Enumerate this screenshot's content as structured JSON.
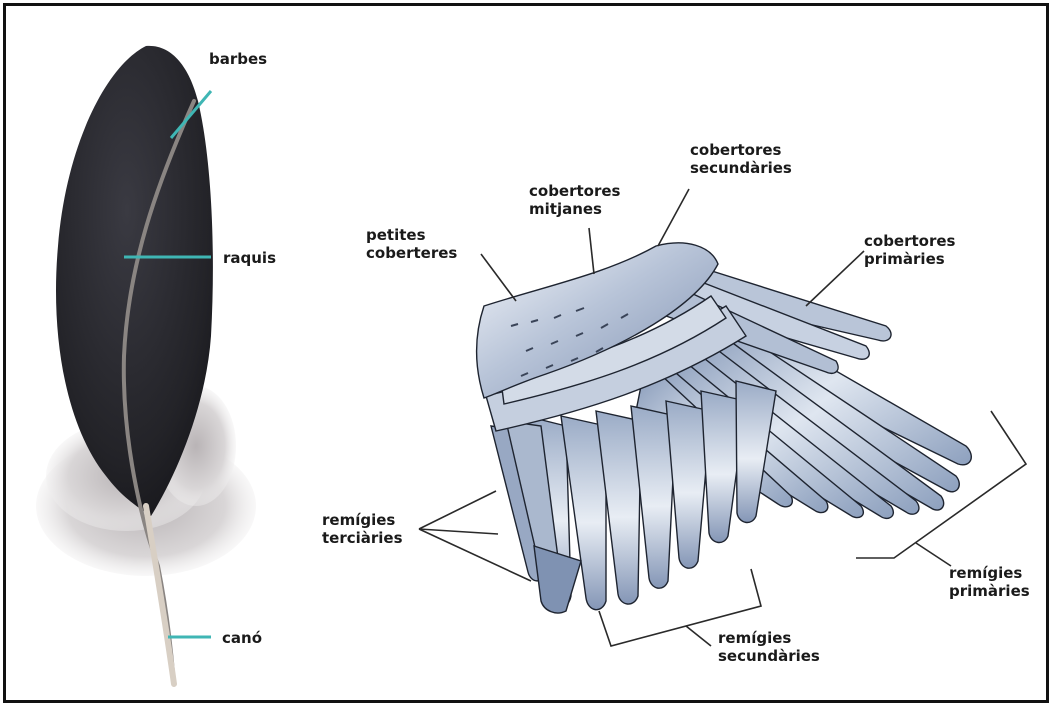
{
  "feature_colors": {
    "feather_leader": "#3fb6b4",
    "wing_leader": "#2a2a2a",
    "wing_fill": "#8fa4c2",
    "wing_edge": "#1e2430",
    "feather_vane": "#2b2b31"
  },
  "feather": {
    "labels": {
      "barbes": "barbes",
      "raquis": "raquis",
      "cano": "canó"
    }
  },
  "wing": {
    "labels": {
      "petites_coberteres": [
        "petites",
        "coberteres"
      ],
      "cobertores_mitjanes": [
        "cobertores",
        "mitjanes"
      ],
      "cobertores_secundaries": [
        "cobertores",
        "secundàries"
      ],
      "cobertores_primaries": [
        "cobertores",
        "primàries"
      ],
      "remigies_terciaries": [
        "remígies",
        "terciàries"
      ],
      "remigies_secundaries": [
        "remígies",
        "secundàries"
      ],
      "remigies_primaries": [
        "remígies",
        "primàries"
      ]
    }
  }
}
